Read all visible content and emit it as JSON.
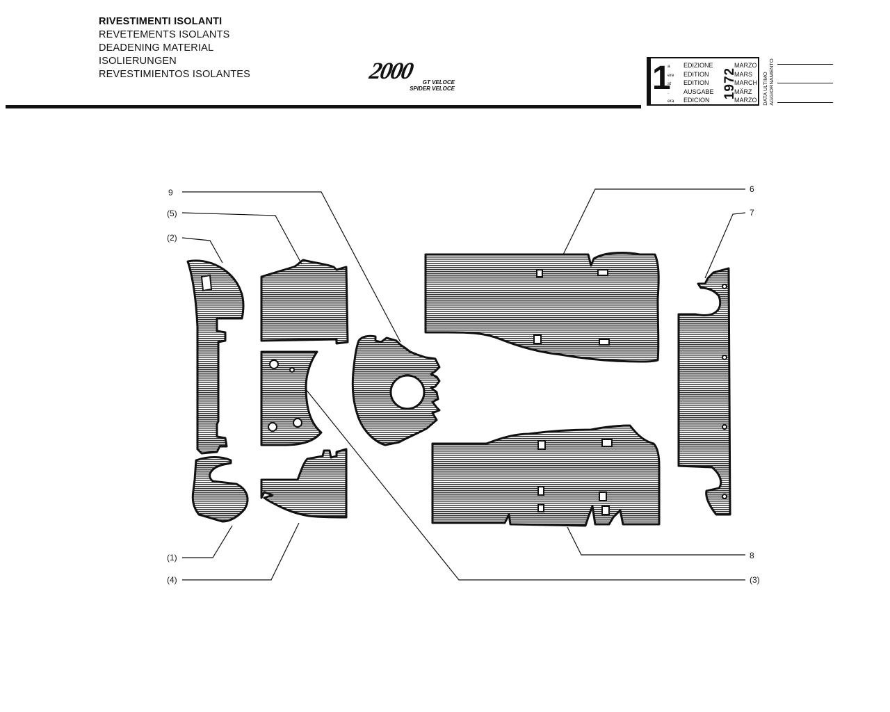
{
  "header": {
    "titles": [
      "RIVESTIMENTI ISOLANTI",
      "REVETEMENTS ISOLANTS",
      "DEADENING MATERIAL",
      "ISOLIERUNGEN",
      "REVESTIMIENTOS ISOLANTES"
    ],
    "model_logo": "2000",
    "model_variants": [
      "GT VELOCE",
      "SPIDER VELOCE"
    ]
  },
  "edition_box": {
    "number": "1",
    "suffixes": [
      "a",
      "ere",
      "st",
      ".",
      "era"
    ],
    "words": [
      "EDIZIONE",
      "EDITION",
      "EDITION",
      "AUSGABE",
      "EDICION"
    ],
    "year": "1972",
    "months": [
      "MARZO",
      "MARS",
      "MARCH",
      "MÄRZ",
      "MARZO"
    ],
    "update_label": [
      "DATA ULTIMO",
      "AGGIORNAMENTO"
    ]
  },
  "part_labels": {
    "p9": "9",
    "p5": "(5)",
    "p2": "(2)",
    "p1": "(1)",
    "p4": "(4)",
    "p6": "6",
    "p7": "7",
    "p8": "8",
    "p3": "(3)"
  }
}
